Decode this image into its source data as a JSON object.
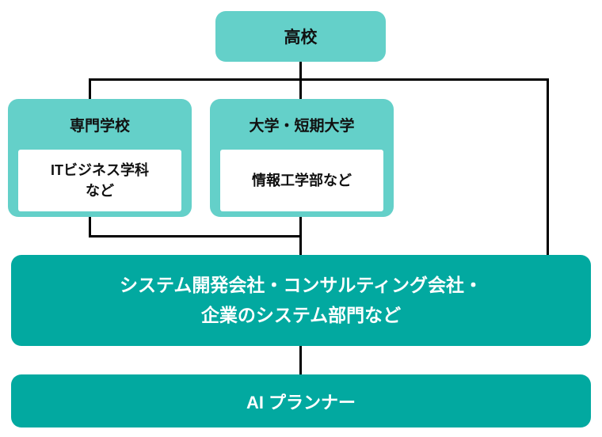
{
  "nodes": {
    "highschool": {
      "label": "高校"
    },
    "vocational": {
      "title": "専門学校",
      "detail": "ITビジネス学科\nなど"
    },
    "university": {
      "title": "大学・短期大学",
      "detail": "情報工学部など"
    },
    "company": {
      "label": "システム開発会社・コンサルティング会社・\n企業のシステム部門など"
    },
    "role": {
      "label": "AI プランナー"
    }
  },
  "colors": {
    "node_light_teal": "#64d0c9",
    "node_dark_teal": "#02a9a0",
    "inner_panel": "#ffffff",
    "connector": "#000000",
    "text_on_light": "#111111",
    "text_on_dark": "#ffffff"
  }
}
